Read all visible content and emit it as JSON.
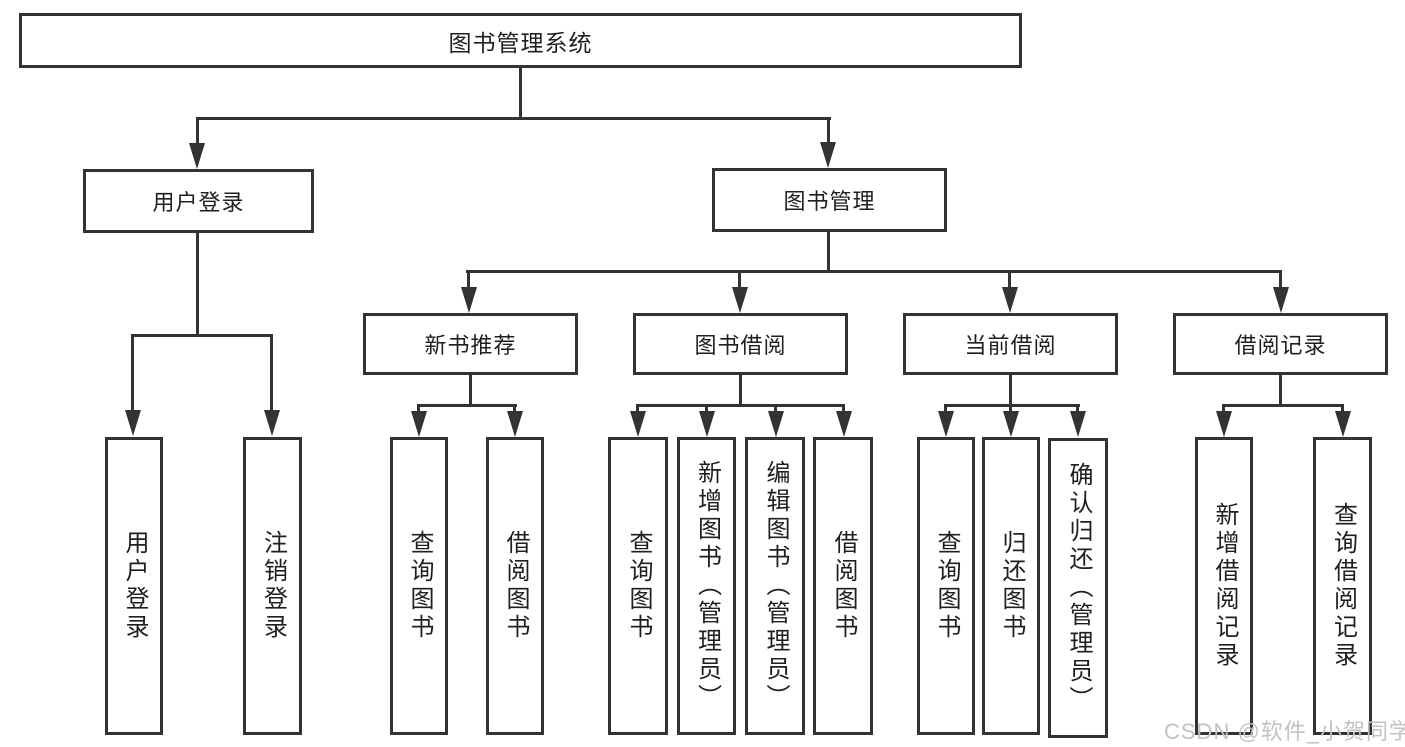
{
  "diagram_type": "hierarchy-tree",
  "colors": {
    "background": "#ffffff",
    "line": "#333333",
    "text": "#1f1f1f",
    "watermark": "#c2c2c2"
  },
  "tree": {
    "root": {
      "label": "图书管理系统"
    },
    "branches": [
      {
        "label": "用户登录",
        "children": [
          {
            "label": "用户登录"
          },
          {
            "label": "注销登录"
          }
        ]
      },
      {
        "label": "图书管理",
        "children": [
          {
            "label": "新书推荐",
            "children": [
              {
                "label": "查询图书"
              },
              {
                "label": "借阅图书"
              }
            ]
          },
          {
            "label": "图书借阅",
            "children": [
              {
                "label": "查询图书"
              },
              {
                "label": "新增图书（管理员）"
              },
              {
                "label": "编辑图书（管理员）"
              },
              {
                "label": "借阅图书"
              }
            ]
          },
          {
            "label": "当前借阅",
            "children": [
              {
                "label": "查询图书"
              },
              {
                "label": "归还图书"
              },
              {
                "label": "确认归还（管理员）"
              }
            ]
          },
          {
            "label": "借阅记录",
            "children": [
              {
                "label": "新增借阅记录"
              },
              {
                "label": "查询借阅记录"
              }
            ]
          }
        ]
      }
    ]
  },
  "watermark": {
    "text": "CSDN @软件_小贺同学"
  }
}
